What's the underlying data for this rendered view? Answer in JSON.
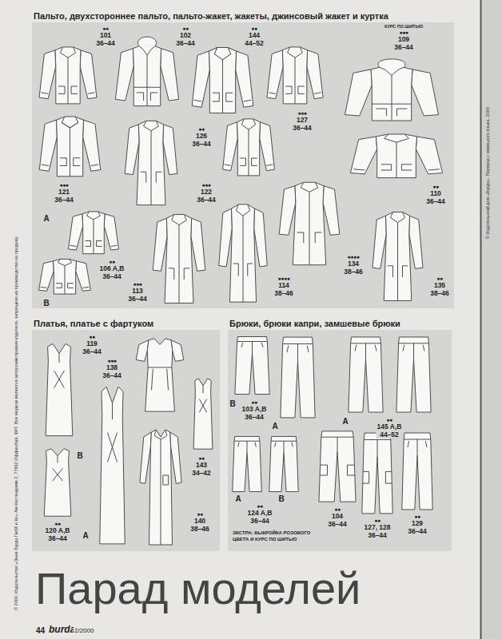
{
  "diagram": {
    "title": "Парад моделей",
    "nodes": [
      {
        "text": [
          "Пальто, двухстороннее пальто, пальто-жакет, жакеты, джинсовый жакет и куртка"
        ]
      },
      {
        "text": [
          "Платья, платье с фартуком"
        ]
      },
      {
        "text": [
          "Брюки, брюки капри, замшевые брюки"
        ]
      }
    ],
    "labels": [
      "●●",
      "101",
      "36–44",
      "●●",
      "102",
      "36–44",
      "●●",
      "144",
      "44–52",
      "КУРС ПО ШИТЬЮ",
      "●●●",
      "109",
      "36–44",
      "●●●",
      "127",
      "36–44",
      "●●",
      "126",
      "36–44",
      "●●●",
      "122",
      "36–44",
      "●●",
      "110",
      "36–44",
      "●●●",
      "121",
      "36–44",
      "A",
      "●●",
      "106 A,B",
      "36–44",
      "B",
      "●●●",
      "113",
      "36–44",
      "●●●●",
      "114",
      "38–46",
      "●●●●",
      "134",
      "38–46",
      "●●",
      "135",
      "38–46",
      "●●",
      "119",
      "36–44",
      "●●●",
      "138",
      "36–44",
      "●●",
      "143",
      "34–42",
      "A",
      "●●",
      "120 A,B",
      "36–44",
      "B",
      "●●",
      "140",
      "38–46",
      "B",
      "A",
      "●●",
      "103 A,B",
      "36–44",
      "A",
      "●●",
      "145 A,B",
      "44–52",
      "A",
      "B",
      "●●",
      "124 A,B",
      "36–44",
      "●●",
      "104",
      "36–44",
      "●●",
      "129",
      "36–44",
      "●●",
      "127, 128",
      "36–44",
      "ЭКСТРА: ВЫКРОЙКА РОЗОВОГО ЦВЕТА И КУРС ПО ШИТЬЮ",
      "44",
      "burda",
      "2/2000",
      "© 2000, Издательство «Энне Бурда ГмбХ и Ко» Ам Кестендамм 2, 77652 Оффенбург, ФРГ. Все модели являются авторским правом издателя, запрещено их производство на продажу.",
      "© Издательский дом «Бурда». Перевод с немецкого языка, 2000"
    ]
  }
}
